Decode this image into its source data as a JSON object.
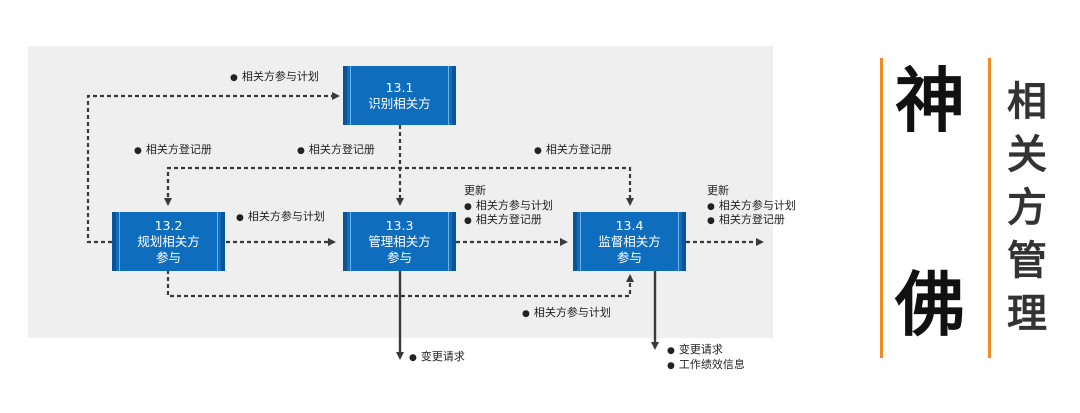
{
  "processes": {
    "p1": {
      "num": "13.1",
      "name": "识别相关方"
    },
    "p2": {
      "num": "13.2",
      "name": "规划相关方",
      "name2": "参与"
    },
    "p3": {
      "num": "13.3",
      "name": "管理相关方",
      "name2": "参与"
    },
    "p4": {
      "num": "13.4",
      "name": "监督相关方",
      "name2": "参与"
    }
  },
  "labels": {
    "top_plan": "相关方参与计划",
    "reg_left": "相关方登记册",
    "reg_mid": "相关方登记册",
    "reg_right": "相关方登记册",
    "mid_plan": "相关方参与计划",
    "update1_title": "更新",
    "update1_a": "相关方参与计划",
    "update1_b": "相关方登记册",
    "update2_title": "更新",
    "update2_a": "相关方参与计划",
    "update2_b": "相关方登记册",
    "bottom_plan": "相关方参与计划",
    "out3_a": "变更请求",
    "out4_a": "变更请求",
    "out4_b": "工作绩效信息"
  },
  "brand": {
    "big1": "神",
    "big2": "佛",
    "vertical": [
      "相",
      "关",
      "方",
      "管",
      "理"
    ]
  },
  "colors": {
    "box_fill": "#0f6dbd",
    "accent": "#f08a24",
    "panel": "#efefef"
  }
}
